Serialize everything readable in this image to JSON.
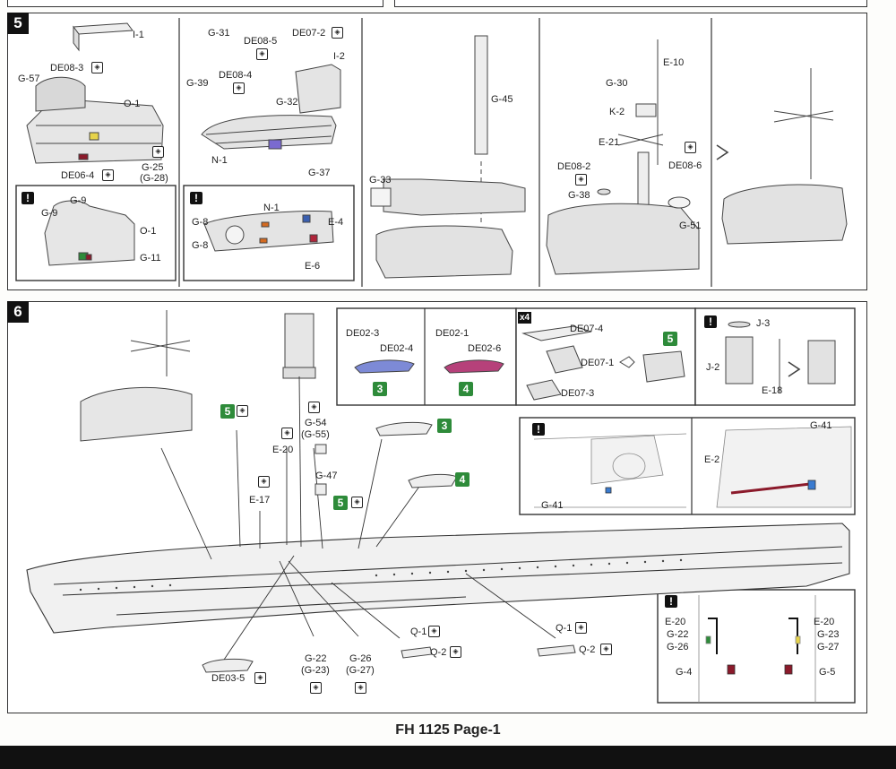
{
  "page": {
    "footer": "FH 1125  Page-1"
  },
  "step5": {
    "number": "5",
    "labels": {
      "i1": "I-1",
      "de08_3": "DE08-3",
      "g57": "G-57",
      "o1": "O-1",
      "g25": "G-25",
      "g28": "(G-28)",
      "de06_4": "DE06-4",
      "g9a": "G-9",
      "g9b": "G-9",
      "o1b": "O-1",
      "g11": "G-11",
      "g31": "G-31",
      "de08_5": "DE08-5",
      "de07_2": "DE07-2",
      "i2": "I-2",
      "g39": "G-39",
      "de08_4": "DE08-4",
      "g32": "G-32",
      "n1": "N-1",
      "g37": "G-37",
      "n1b": "N-1",
      "g8a": "G-8",
      "e4": "E-4",
      "g8b": "G-8",
      "e6": "E-6",
      "g45": "G-45",
      "g33": "G-33",
      "e10": "E-10",
      "g30": "G-30",
      "k2": "K-2",
      "e21": "E-21",
      "de08_2": "DE08-2",
      "de08_6": "DE08-6",
      "g38": "G-38",
      "g51": "G-51"
    }
  },
  "step6": {
    "number": "6",
    "labels": {
      "de02_3": "DE02-3",
      "de02_4": "DE02-4",
      "badge3": "3",
      "de02_1": "DE02-1",
      "de02_6": "DE02-6",
      "badge4": "4",
      "x4": "x4",
      "de07_4": "DE07-4",
      "de07_1": "DE07-1",
      "de07_3": "DE07-3",
      "badge5": "5",
      "j3": "J-3",
      "j2": "J-2",
      "e18": "E-18",
      "g54": "G-54",
      "g55": "(G-55)",
      "g47": "G-47",
      "e20": "E-20",
      "e17": "E-17",
      "boat3": "3",
      "boat4": "4",
      "gun5a": "5",
      "gun5b": "5",
      "g41a": "G-41",
      "g41b": "G-41",
      "e2": "E-2",
      "g22": "G-22",
      "g23": "(G-23)",
      "g26": "G-26",
      "g27": "(G-27)",
      "de03_5": "DE03-5",
      "q1a": "Q-1",
      "q2a": "Q-2",
      "q1b": "Q-1",
      "q2b": "Q-2",
      "d_e20a": "E-20",
      "d_e20b": "E-20",
      "d_g22": "G-22",
      "d_g23": "G-23",
      "d_g26": "G-26",
      "d_g27": "G-27",
      "d_g4": "G-4",
      "d_g5": "G-5"
    }
  },
  "colors": {
    "accent_green": "#2e8b3a",
    "panel_border": "#333333",
    "part_red": "#8b1a2b",
    "part_blue": "#3a5fb0"
  }
}
